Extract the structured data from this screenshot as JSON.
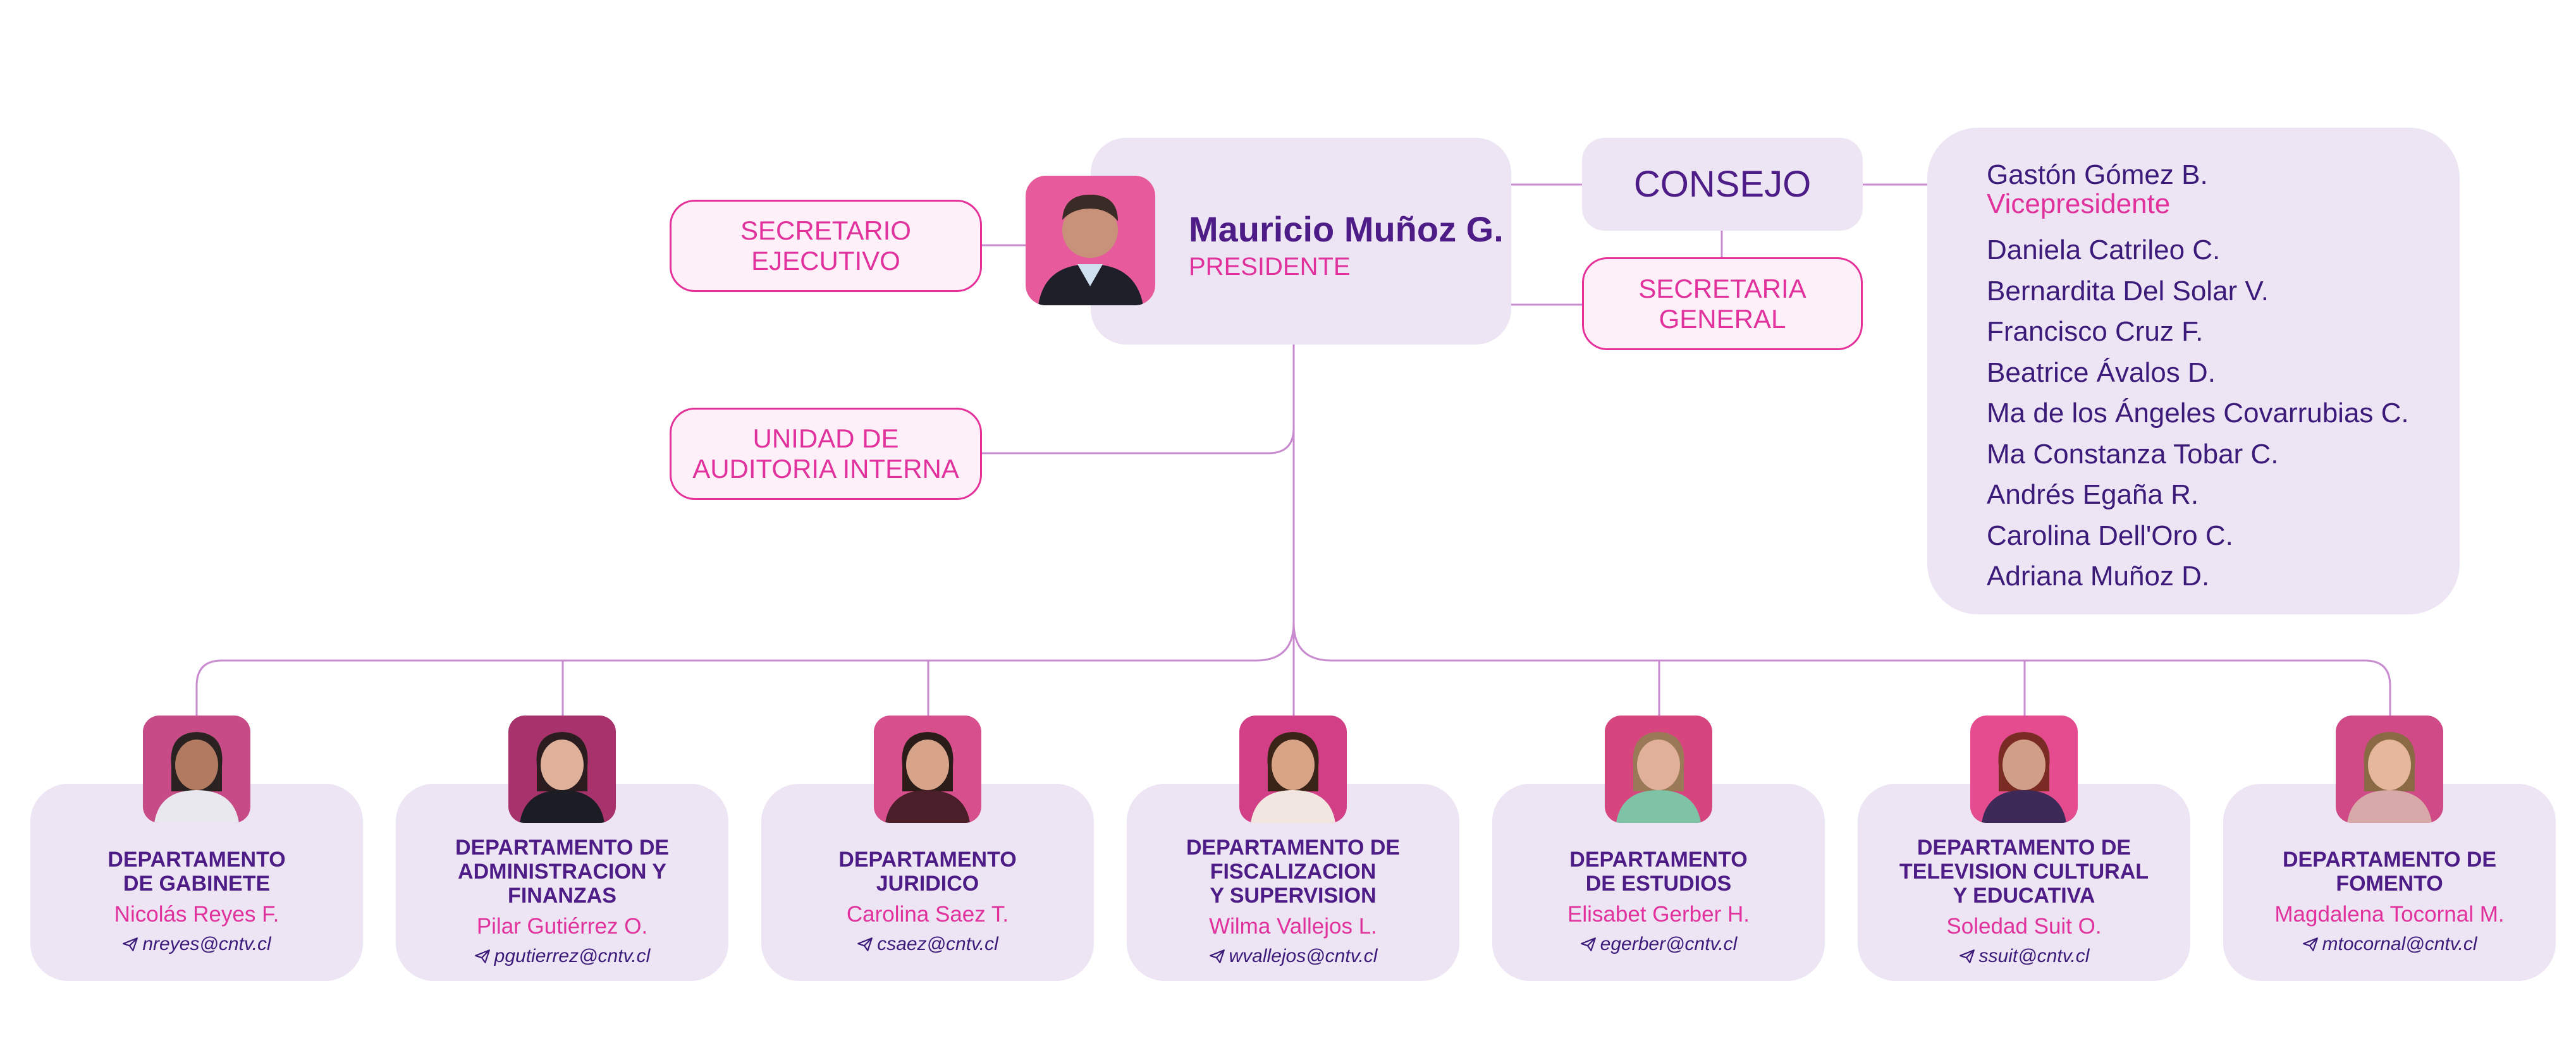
{
  "president": {
    "name": "Mauricio Muñoz G.",
    "role": "PRESIDENTE"
  },
  "secretario_ejecutivo": "SECRETARIO\nEJECUTIVO",
  "auditoria": "UNIDAD DE\nAUDITORIA INTERNA",
  "consejo": {
    "title": "CONSEJO",
    "secretaria": "SECRETARIA\nGENERAL"
  },
  "council": {
    "vice_name": "Gastón Gómez B.",
    "vice_role": "Vicepresidente",
    "members": [
      "Daniela Catrileo C.",
      "Bernardita Del Solar V.",
      "Francisco Cruz F.",
      "Beatrice Ávalos D.",
      "Ma de los Ángeles Covarrubias C.",
      "Ma Constanza Tobar C.",
      "Andrés Egaña R.",
      "Carolina Dell'Oro C.",
      "Adriana Muñoz D."
    ]
  },
  "departments": [
    {
      "title": "DEPARTAMENTO\nDE GABINETE",
      "person": "Nicolás Reyes F.",
      "email": "nreyes@cntv.cl"
    },
    {
      "title": "DEPARTAMENTO DE\nADMINISTRACION Y\nFINANZAS",
      "person": "Pilar Gutiérrez O.",
      "email": "pgutierrez@cntv.cl"
    },
    {
      "title": "DEPARTAMENTO\nJURIDICO",
      "person": "Carolina Saez T.",
      "email": "csaez@cntv.cl"
    },
    {
      "title": "DEPARTAMENTO DE\nFISCALIZACION\nY SUPERVISION",
      "person": "Wilma Vallejos L.",
      "email": "wvallejos@cntv.cl"
    },
    {
      "title": "DEPARTAMENTO\nDE ESTUDIOS",
      "person": "Elisabet Gerber H.",
      "email": "egerber@cntv.cl"
    },
    {
      "title": "DEPARTAMENTO DE\nTELEVISION CULTURAL\nY EDUCATIVA",
      "person": "Soledad Suit O.",
      "email": "ssuit@cntv.cl"
    },
    {
      "title": "DEPARTAMENTO DE\nFOMENTO",
      "person": "Magdalena Tocornal M.",
      "email": "mtocornal@cntv.cl"
    }
  ],
  "colors": {
    "accent": "#e0319d",
    "primary_text": "#4e1c87",
    "card_bg": "#ede5f3",
    "connector": "#c98bd0"
  }
}
